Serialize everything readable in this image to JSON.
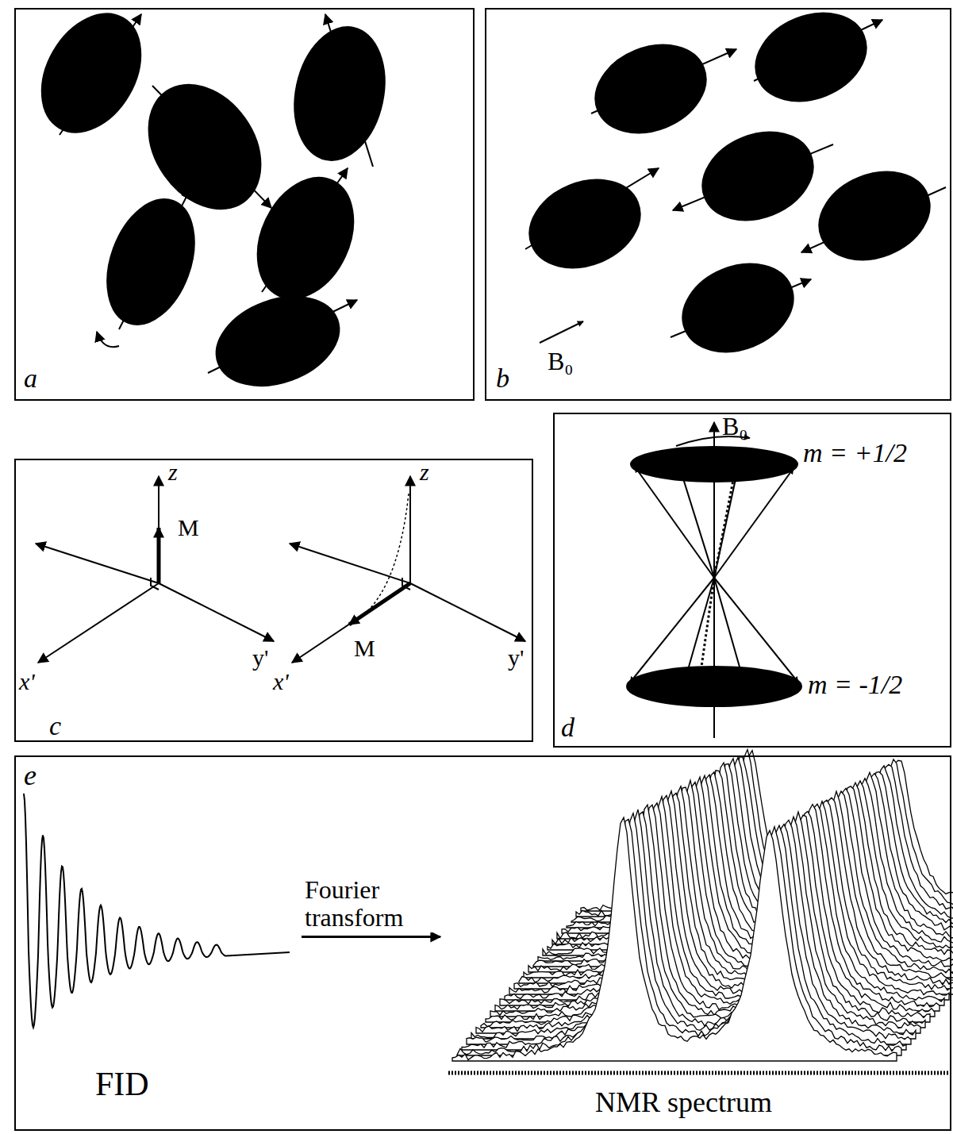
{
  "diagram": {
    "nodes": [
      {
        "text": [
          "a"
        ]
      },
      {
        "text": [
          "b"
        ]
      },
      {
        "text": [
          "c"
        ]
      },
      {
        "text": [
          "d"
        ]
      },
      {
        "text": [
          "e"
        ]
      },
      {
        "text": [
          "FID"
        ],
        "in": 4
      },
      {
        "text": [
          "NMR spectrum"
        ],
        "in": 4
      }
    ],
    "edges": [
      {
        "from": 5,
        "to": 6,
        "arrow": "to",
        "label": "Fourier transform"
      }
    ],
    "labels": [
      "B₀",
      "z",
      "M",
      "x'",
      "y'",
      "z",
      "M",
      "x'",
      "y'",
      "B₀",
      "m = +1/2",
      "m = -1/2"
    ]
  }
}
